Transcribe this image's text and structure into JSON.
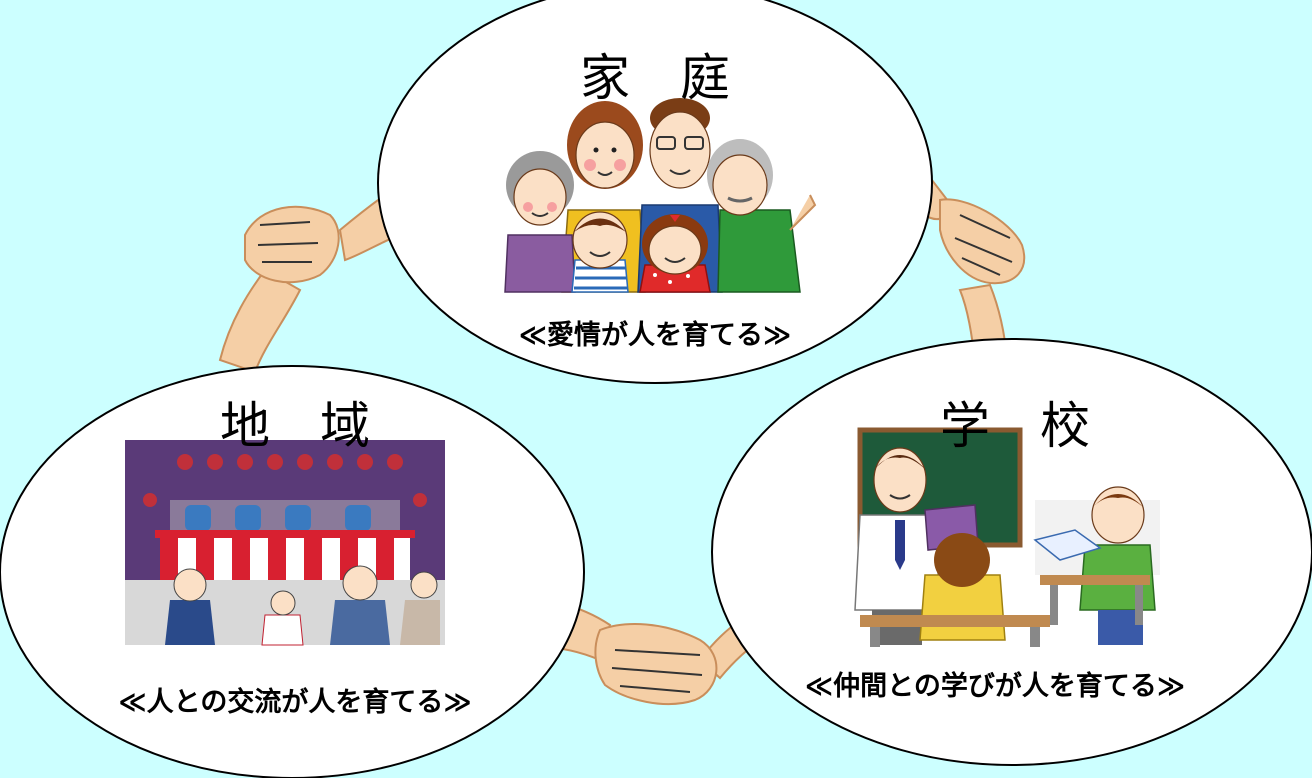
{
  "colors": {
    "background": "#ccffff",
    "circle_fill": "#ffffff",
    "circle_stroke": "#000000",
    "skin": "#f5cfa6",
    "skin_stroke": "#c98e5b"
  },
  "circles": {
    "home": {
      "title": "家　庭",
      "caption": "≪愛情が人を育てる≫",
      "illustration": "family-illustration"
    },
    "community": {
      "title": "地　域",
      "caption": "≪人との交流が人を育てる≫",
      "illustration": "bon-dance-festival-illustration"
    },
    "school": {
      "title": "学　校",
      "caption": "≪仲間との学びが人を育てる≫",
      "illustration": "classroom-illustration"
    }
  },
  "connectors": [
    "handshake-icon",
    "handshake-icon",
    "handshake-icon"
  ]
}
